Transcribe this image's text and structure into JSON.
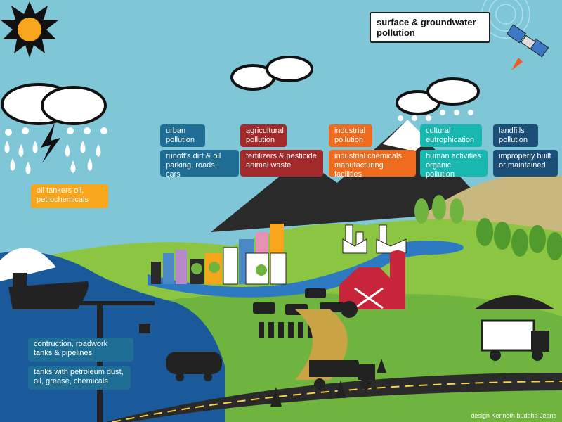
{
  "title": "surface & groundwater pollution",
  "sources": [
    {
      "key": "urban",
      "heading": "urban pollution",
      "detail": "runoff's dirt & oil parking, roads, cars"
    },
    {
      "key": "agricultural",
      "heading": "agricultural pollution",
      "detail": "fertilizers & pesticide animal waste"
    },
    {
      "key": "industrial",
      "heading": "industrial pollution",
      "detail": "industrial chemicals manufacturing facilities"
    },
    {
      "key": "cultural",
      "heading": "cultural eutrophication",
      "detail": "human activities organic pollution"
    },
    {
      "key": "landfills",
      "heading": "landfills pollution",
      "detail": "improperly built or maintained"
    }
  ],
  "oil_tankers": "oil tankers oil, petrochemicals",
  "construction": "contruction, roadwork tanks & pipelines",
  "tanks": "tanks with petroleum dust, oil, grease, chemicals",
  "credit": "design Kenneth buddha Jeans",
  "colors": {
    "sky": "#7fc7d7",
    "sea": "#1a5a9a",
    "grass": "#6eb43f",
    "road": "#2a2a2a"
  }
}
